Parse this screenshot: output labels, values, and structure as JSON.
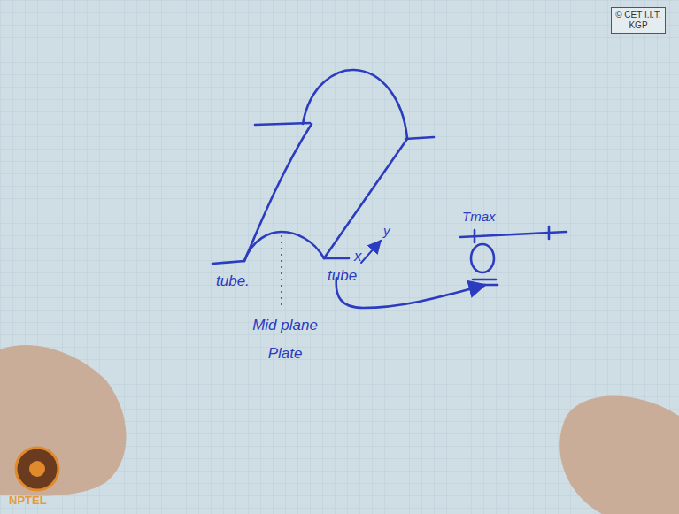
{
  "diagram": {
    "nodes": [
      {
        "text": [
          "© CET I.I.T. KGP"
        ]
      }
    ],
    "labels": [
      "tube.",
      "tube",
      "Mid plane Plate",
      "x",
      "y",
      "Tmax",
      "NPTEL"
    ]
  }
}
